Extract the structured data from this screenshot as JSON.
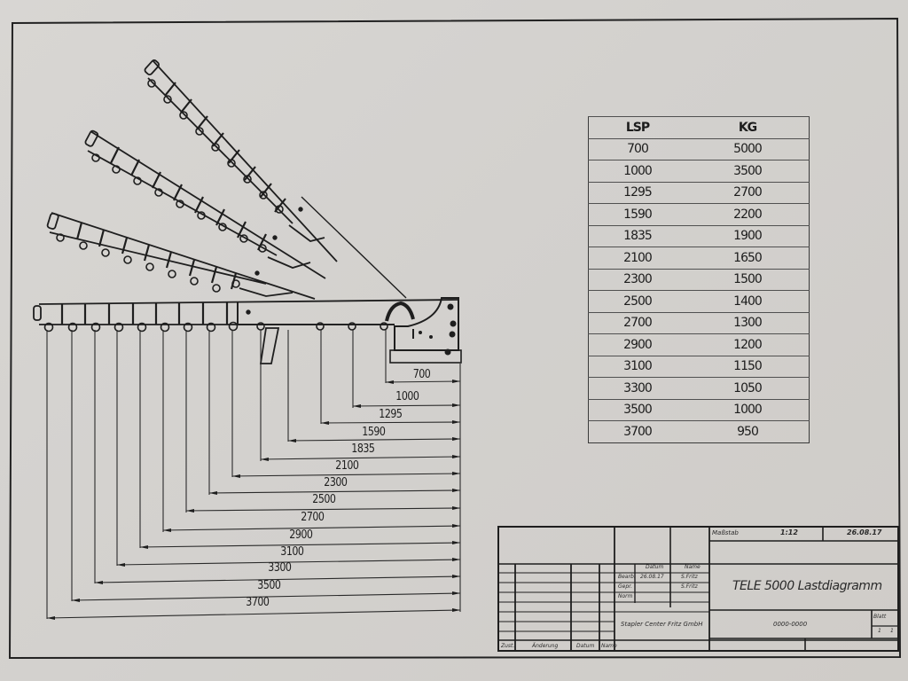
{
  "drawing": {
    "type": "load diagram (technical drawing)",
    "dimensions_mm": [
      "700",
      "1000",
      "1295",
      "1590",
      "1835",
      "2100",
      "2300",
      "2500",
      "2700",
      "2900",
      "3100",
      "3300",
      "3500",
      "3700"
    ]
  },
  "load_table": {
    "headers": [
      "LSP",
      "KG"
    ],
    "rows": [
      [
        "700",
        "5000"
      ],
      [
        "1000",
        "3500"
      ],
      [
        "1295",
        "2700"
      ],
      [
        "1590",
        "2200"
      ],
      [
        "1835",
        "1900"
      ],
      [
        "2100",
        "1650"
      ],
      [
        "2300",
        "1500"
      ],
      [
        "2500",
        "1400"
      ],
      [
        "2700",
        "1300"
      ],
      [
        "2900",
        "1200"
      ],
      [
        "3100",
        "1150"
      ],
      [
        "3300",
        "1050"
      ],
      [
        "3500",
        "1000"
      ],
      [
        "3700",
        "950"
      ]
    ]
  },
  "title_block": {
    "scale_label": "Maßstab",
    "scale_value": "1:12",
    "drawing_no_top": "26.08.17",
    "title": "TELE 5000 Lastdiagramm",
    "company": "Stapler Center Fritz GmbH",
    "number": "0000-0000",
    "sheet_label": "Blatt",
    "sheet_value": "1",
    "sheet_of": "1",
    "grid_headers": {
      "datum": "Datum",
      "name": "Name"
    },
    "grid_rows": [
      {
        "label": "Bearb.",
        "datum": "26.08.17",
        "name": "S.Fritz"
      },
      {
        "label": "Gepr.",
        "datum": "",
        "name": "S.Fritz"
      },
      {
        "label": "Norm",
        "datum": "",
        "name": ""
      }
    ],
    "revision_headers": [
      "Zust.",
      "Änderung",
      "Datum",
      "Name"
    ]
  },
  "colors": {
    "paper": "#d6d4d1",
    "ink": "#1e1e1e",
    "background": "#c9c7c4"
  }
}
